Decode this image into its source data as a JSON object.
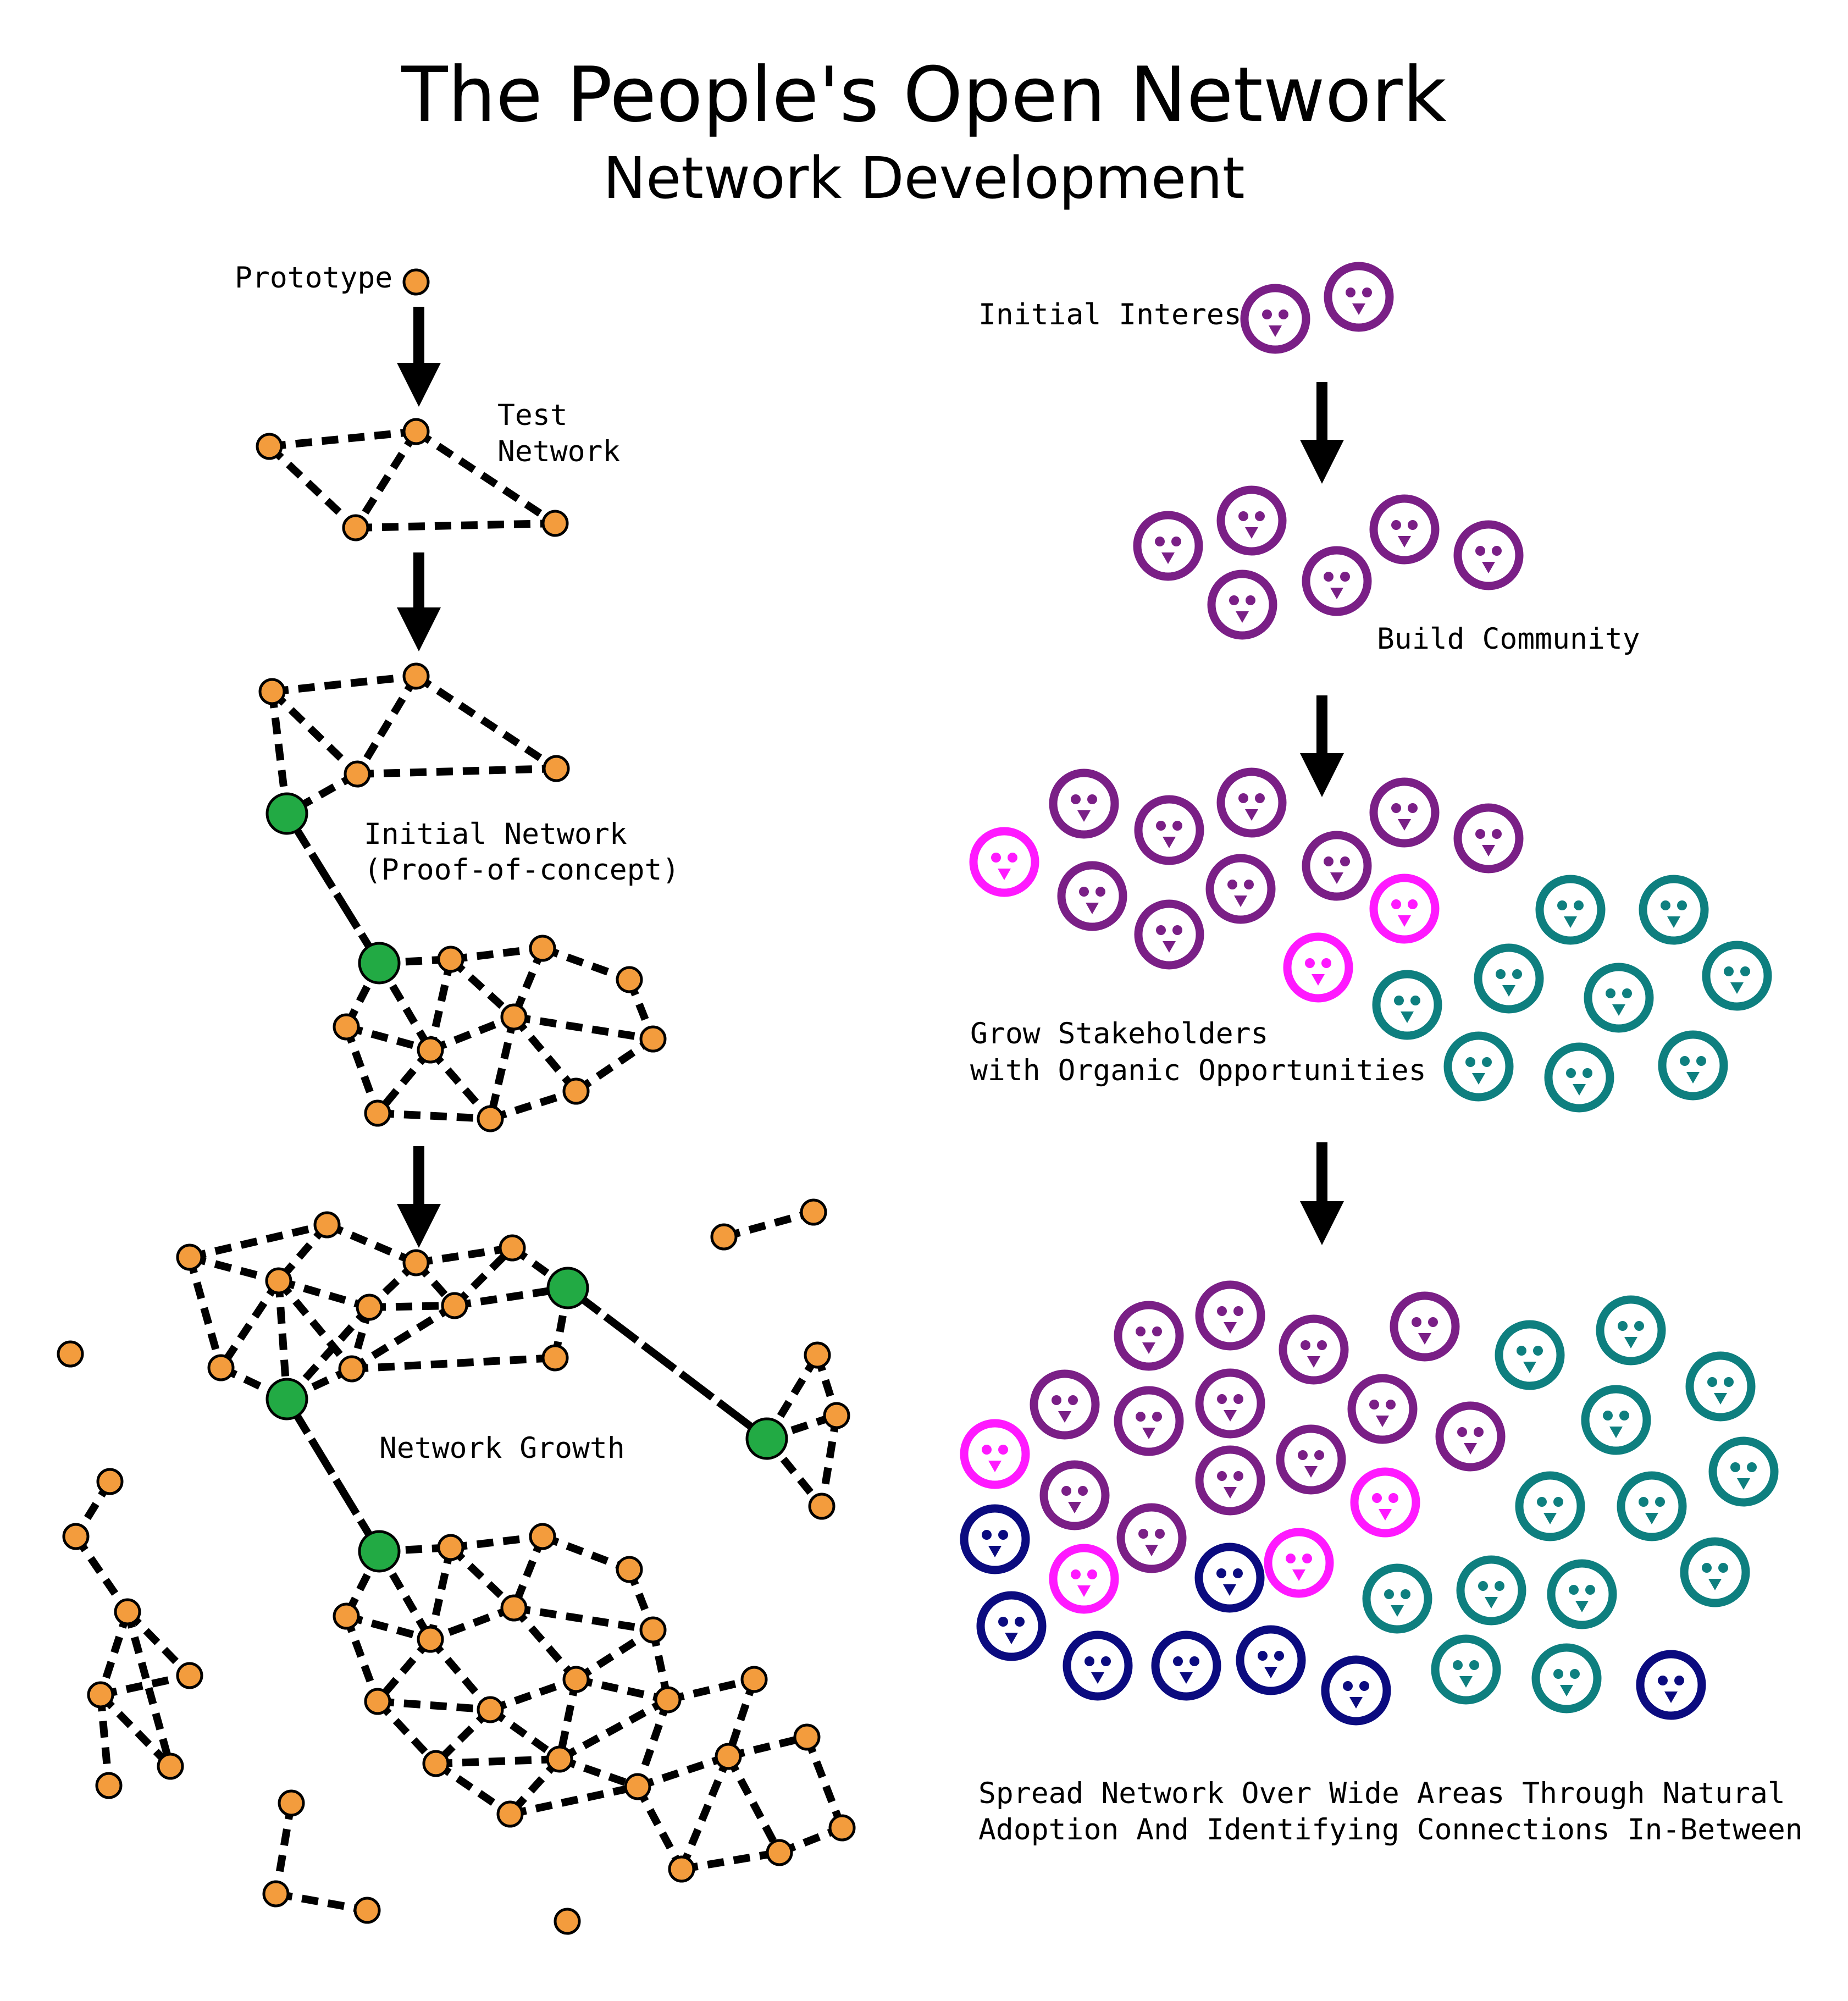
{
  "header": {
    "title": "The People's Open Network",
    "subtitle": "Network Development"
  },
  "left_column": {
    "stages": [
      {
        "label": "Prototype"
      },
      {
        "label_lines": [
          "Test",
          "Network"
        ]
      },
      {
        "label_lines": [
          "Initial Network",
          "(Proof-of-concept)"
        ]
      },
      {
        "label": "Network Growth"
      }
    ]
  },
  "right_column": {
    "stages": [
      {
        "label": "Initial Interest"
      },
      {
        "label": "Build Community"
      },
      {
        "label_lines": [
          "Grow Stakeholders",
          "with Organic Opportunities"
        ]
      },
      {
        "label_lines": [
          "Spread Network Over Wide Areas Through Natural",
          "Adoption And Identifying Connections In-Between"
        ]
      }
    ]
  },
  "colors": {
    "node_orange": "#f39c3d",
    "node_green": "#22aa44",
    "person_purple": "#7a1f86",
    "person_magenta": "#ff19ff",
    "person_teal": "#0e7f7f",
    "person_navy": "#0b0b7f"
  },
  "icons": {
    "arrow": "down-arrow-icon",
    "node": "node-icon",
    "person": "person-face-icon"
  }
}
